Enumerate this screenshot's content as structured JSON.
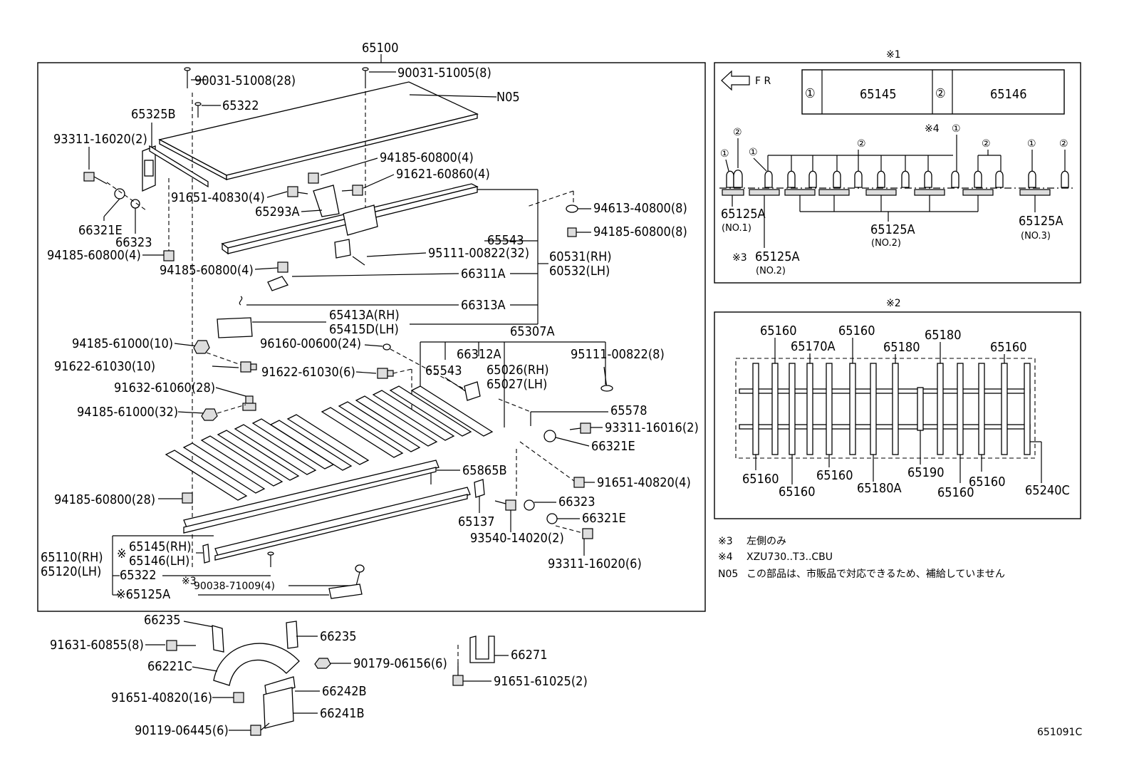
{
  "main_box": {
    "title": "65100",
    "callouts": {
      "c_90031_51008": "90031-51008(28)",
      "c_90031_51005": "90031-51005(8)",
      "c_N05": "N05",
      "c_65322_top": "65322",
      "c_65325B": "65325B",
      "c_93311_16020_2": "93311-16020(2)",
      "c_94185_60800_4a": "94185-60800(4)",
      "c_91621_60860": "91621-60860(4)",
      "c_91651_40830": "91651-40830(4)",
      "c_65293A": "65293A",
      "c_94613_40800": "94613-40800(8)",
      "c_94185_60800_8": "94185-60800(8)",
      "c_66321E_a": "66321E",
      "c_66323_a": "66323",
      "c_65543_a": "65543",
      "c_94185_60800_4b": "94185-60800(4)",
      "c_95111_00822_32": "95111-00822(32)",
      "c_60531": "60531(RH)",
      "c_60532": "60532(LH)",
      "c_94185_60800_4c": "94185-60800(4)",
      "c_66311A": "66311A",
      "c_66313A": "66313A",
      "c_65413A": "65413A(RH)",
      "c_65415D": "65415D(LH)",
      "c_65307A": "65307A",
      "c_94185_61000_10": "94185-61000(10)",
      "c_96160_00600": "96160-00600(24)",
      "c_66312A": "66312A",
      "c_95111_00822_8": "95111-00822(8)",
      "c_91622_61030_10": "91622-61030(10)",
      "c_91622_61030_6": "91622-61030(6)",
      "c_65543_b": "65543",
      "c_65026": "65026(RH)",
      "c_65027": "65027(LH)",
      "c_91632_61060": "91632-61060(28)",
      "c_65578": "65578",
      "c_94185_61000_32": "94185-61000(32)",
      "c_93311_16016": "93311-16016(2)",
      "c_66321E_b": "66321E",
      "c_65865B": "65865B",
      "c_91651_40820_4": "91651-40820(4)",
      "c_94185_60800_28": "94185-60800(28)",
      "c_66323_b": "66323",
      "c_65137": "65137",
      "c_66321E_c": "66321E",
      "c_93540_14020": "93540-14020(2)",
      "c_65110": "65110(RH)",
      "c_65120": "65120(LH)",
      "c_x_mark1": "※",
      "c_65145": "65145(RH)",
      "c_65146": "65146(LH)",
      "c_65322_b": "65322",
      "c_x3": "※3",
      "c_90038_71009": "90038-71009(4)",
      "c_65125A": "※65125A",
      "c_93311_16020_6": "93311-16020(6)"
    }
  },
  "bottom": {
    "c_66235_a": "66235",
    "c_66235_b": "66235",
    "c_91631_60855": "91631-60855(8)",
    "c_66271": "66271",
    "c_66221C": "66221C",
    "c_90179_06156": "90179-06156(6)",
    "c_91651_61025": "91651-61025(2)",
    "c_91651_40820_16": "91651-40820(16)",
    "c_66242B": "66242B",
    "c_66241B": "66241B",
    "c_90119_06445": "90119-06445(6)"
  },
  "inset1": {
    "mark": "※1",
    "fr_label": "F R",
    "table": {
      "n1": "①",
      "p1": "65145",
      "n2": "②",
      "p2": "65146"
    },
    "x4": "※4",
    "c_65125A_no1": "65125A",
    "no1": "(NO.1)",
    "c_65125A_no2": "65125A",
    "no2": "(NO.2)",
    "c_65125A_no3": "65125A",
    "no3": "(NO.3)",
    "x3": "※3",
    "c_65125A_no2b": "65125A",
    "no2b": "(NO.2)",
    "circle1": "①",
    "circle2": "②"
  },
  "inset2": {
    "mark": "※2",
    "top_labels": {
      "t1": "65160",
      "t2": "65170A",
      "t3": "65160",
      "t4": "65180",
      "t5": "65180",
      "t6": "65160"
    },
    "bottom_labels": {
      "b1": "65160",
      "b2": "65160",
      "b3": "65160",
      "b4": "65180A",
      "b5": "65190",
      "b6": "65160",
      "b7": "65160",
      "b8": "65240C"
    }
  },
  "notes": {
    "n3_mark": "※3",
    "n3_text": "左側のみ",
    "n4_mark": "※4",
    "n4_text": "XZU730..T3..CBU",
    "n05_mark": "N05",
    "n05_text": "この部品は、市販品で対応できるため、補給していません"
  },
  "figure_id": "651091C"
}
